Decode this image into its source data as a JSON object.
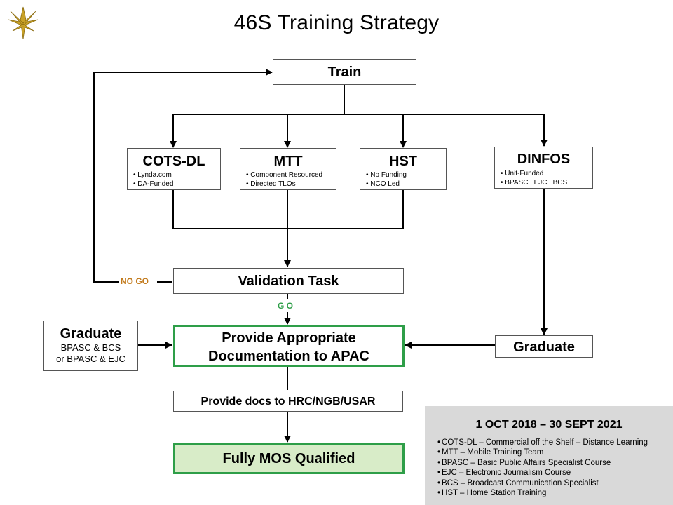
{
  "title": "46S Training Strategy",
  "logo": {
    "icon": "branch-insignia-icon",
    "color": "#c9a227"
  },
  "colors": {
    "go": "#2e9e48",
    "no_go": "#c27a1c",
    "qualified_fill": "#d8ecc8",
    "legend_bg": "#d9d9d9"
  },
  "train": {
    "label": "Train"
  },
  "options": [
    {
      "title": "COTS-DL",
      "bullets": [
        "Lynda.com",
        "DA-Funded"
      ]
    },
    {
      "title": "MTT",
      "bullets": [
        "Component Resourced",
        "Directed TLOs"
      ]
    },
    {
      "title": "HST",
      "bullets": [
        "No Funding",
        "NCO Led"
      ]
    },
    {
      "title": "DINFOS",
      "bullets": [
        "Unit-Funded",
        "BPASC | EJC | BCS"
      ]
    }
  ],
  "validation": {
    "label": "Validation Task",
    "no_go": "NO GO",
    "go": "G O"
  },
  "graduate_left": {
    "title": "Graduate",
    "line1": "BPASC & BCS",
    "line2": "or BPASC & EJC"
  },
  "graduate_right": {
    "title": "Graduate"
  },
  "documentation": {
    "line1": "Provide Appropriate",
    "line2": "Documentation to APAC"
  },
  "provide_docs": {
    "label": "Provide docs to HRC/NGB/USAR"
  },
  "qualified": {
    "label": "Fully MOS Qualified"
  },
  "legend": {
    "date_range": "1 OCT 2018 – 30 SEPT 2021",
    "items": [
      "COTS-DL – Commercial off the Shelf – Distance Learning",
      "MTT – Mobile Training Team",
      "BPASC – Basic Public Affairs Specialist Course",
      "EJC – Electronic Journalism Course",
      "BCS – Broadcast Communication Specialist",
      "HST – Home Station Training"
    ]
  }
}
